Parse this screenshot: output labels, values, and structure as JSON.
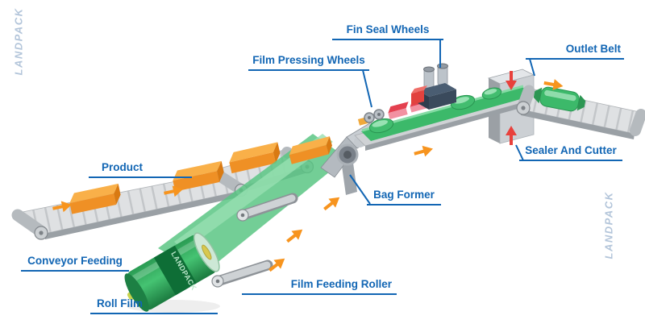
{
  "diagram": {
    "type": "packing-machine-flow-diagram"
  },
  "labels": [
    {
      "id": "fin-seal-wheels",
      "text": "Fin Seal Wheels"
    },
    {
      "id": "film-pressing-wheels",
      "text": "Film Pressing Wheels"
    },
    {
      "id": "outlet-belt",
      "text": "Outlet Belt"
    },
    {
      "id": "sealer-and-cutter",
      "text": "Sealer And Cutter"
    },
    {
      "id": "bag-former",
      "text": "Bag Former"
    },
    {
      "id": "product",
      "text": "Product"
    },
    {
      "id": "conveyor-feeding",
      "text": "Conveyor Feeding"
    },
    {
      "id": "film-feeding-roller",
      "text": "Film Feeding Roller"
    },
    {
      "id": "roll-film",
      "text": "Roll Film"
    }
  ],
  "watermark": {
    "text": "LANDPACK"
  },
  "roll": {
    "label": "LANDPACK"
  },
  "colors": {
    "label_blue": "#1266b4",
    "arrow_orange": "#f7941e",
    "arrow_red": "#e8413c",
    "film_green": "#3cb96a",
    "product_orange": "#f0941f",
    "belt_gray": "#dfe1e3"
  }
}
